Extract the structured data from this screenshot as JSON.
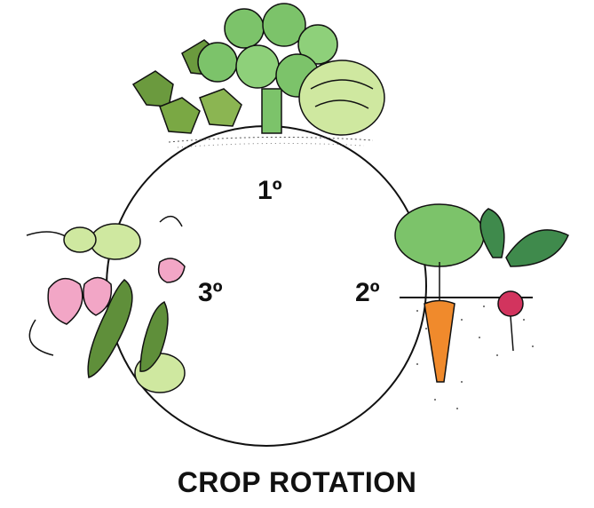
{
  "diagram": {
    "caption": "CROP ROTATION",
    "steps": [
      {
        "label": "1º",
        "illustration": "leafy-greens-icon"
      },
      {
        "label": "2º",
        "illustration": "root-vegetables-icon"
      },
      {
        "label": "3º",
        "illustration": "legumes-icon"
      }
    ],
    "colors": {
      "leaf_green": "#7cc36a",
      "dark_leaf": "#4f8a3c",
      "lettuce": "#cfe8a0",
      "carrot": "#f08a2c",
      "beet": "#d2345e",
      "pea_pod": "#5f8f3a",
      "flower_pink": "#f2a6c6",
      "outline": "#111111"
    }
  }
}
